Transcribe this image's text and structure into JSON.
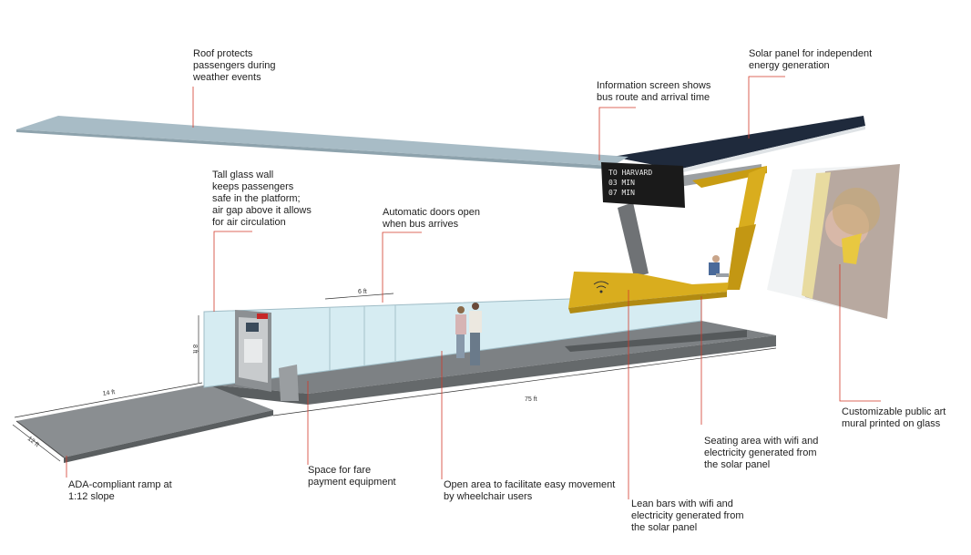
{
  "callouts": {
    "roof": [
      "Roof protects",
      "passengers during",
      "weather events"
    ],
    "solar": [
      "Solar panel for independent",
      "energy generation"
    ],
    "info_screen": [
      "Information screen shows",
      "bus route and arrival time"
    ],
    "glass_wall": [
      "Tall glass wall",
      "keeps passengers",
      "safe in the platform;",
      "air gap above it allows",
      "for air circulation"
    ],
    "doors": [
      "Automatic doors open",
      "when bus arrives"
    ],
    "ramp": [
      "ADA-compliant ramp at",
      "1:12 slope"
    ],
    "fare": [
      "Space for fare",
      "payment equipment"
    ],
    "open_area": [
      "Open area to facilitate easy movement",
      "by wheelchair users"
    ],
    "lean_bars": [
      "Lean bars with wifi and",
      "electricity generated from",
      "the solar panel"
    ],
    "seating": [
      "Seating area with wifi and",
      "electricity generated from",
      "the solar panel"
    ],
    "mural": [
      "Customizable public art",
      "mural printed on glass"
    ]
  },
  "dimensions": {
    "door_width": "6 ft",
    "wall_height": "8 ft",
    "platform_width": "14 ft",
    "ramp_width": "12 ft",
    "platform_length": "75 ft"
  },
  "info_screen_display": [
    "TO HARVARD",
    "03 MIN",
    "07 MIN"
  ],
  "colors": {
    "roof": "#a8bcc6",
    "solar_panel": "#1f2a3c",
    "glass": "#d6ecf2",
    "platform_top": "#7d8184",
    "platform_side": "#5a5e60",
    "accent_yellow": "#d9ad1e",
    "leader_line": "#d23a2a",
    "screen": "#1a1a1a"
  }
}
